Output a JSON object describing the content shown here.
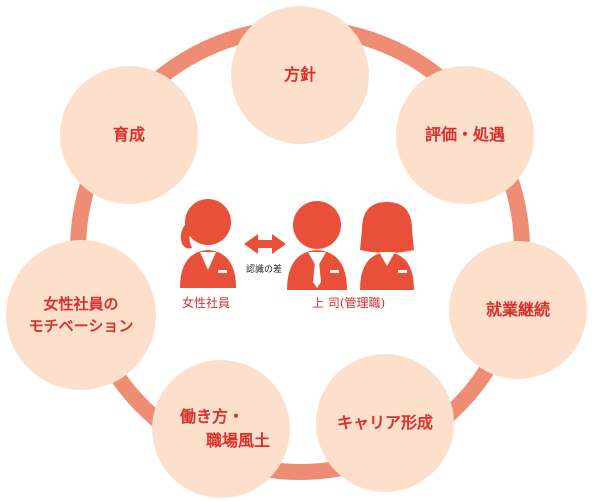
{
  "nodes": {
    "policy": "方針",
    "evaluation": "評価・処遇",
    "retention": "就業継続",
    "career": "キャリア形成",
    "workstyle_line1": "働き方・",
    "workstyle_line2": "職場風土",
    "motivation_line1": "女性社員の",
    "motivation_line2": "モチベーション",
    "development": "育成"
  },
  "center": {
    "female_employee_label": "女性社員",
    "gap_label": "認識の差",
    "manager_label": "上 司(管理職)"
  },
  "colors": {
    "ring": "#ef8c74",
    "node_fill": "#fde0cc",
    "text": "#d9302c",
    "figure": "#e8503a"
  }
}
